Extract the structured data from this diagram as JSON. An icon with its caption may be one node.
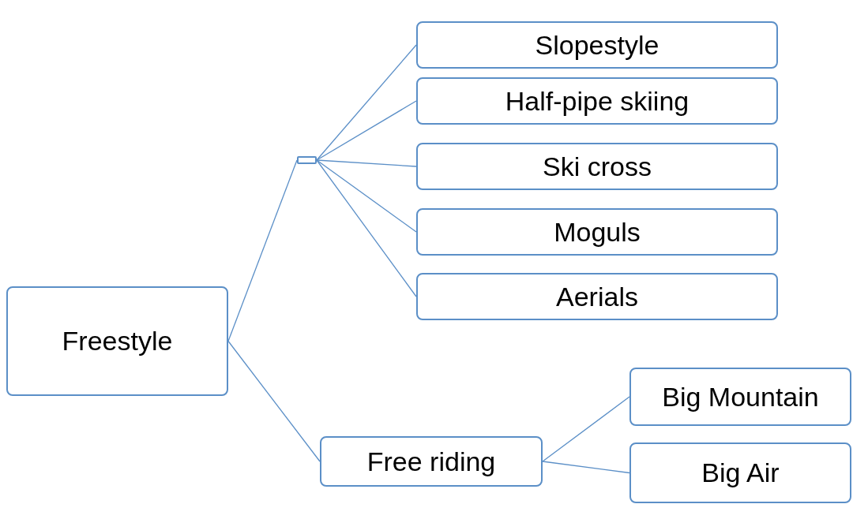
{
  "diagram": {
    "nodes": [
      {
        "text": [
          "Freestyle"
        ]
      },
      {
        "text": [],
        "shape": "box"
      },
      {
        "text": [
          "Slopestyle"
        ]
      },
      {
        "text": [
          "Half-pipe skiing"
        ]
      },
      {
        "text": [
          "Ski cross"
        ]
      },
      {
        "text": [
          "Moguls"
        ]
      },
      {
        "text": [
          "Aerials"
        ]
      },
      {
        "text": [
          "Free riding"
        ]
      },
      {
        "text": [
          "Big Mountain"
        ]
      },
      {
        "text": [
          "Big Air"
        ]
      }
    ],
    "edges": [
      {
        "from": 0,
        "to": 1,
        "arrow": "none"
      },
      {
        "from": 1,
        "to": 2,
        "arrow": "none"
      },
      {
        "from": 1,
        "to": 3,
        "arrow": "none"
      },
      {
        "from": 1,
        "to": 4,
        "arrow": "none"
      },
      {
        "from": 1,
        "to": 5,
        "arrow": "none"
      },
      {
        "from": 1,
        "to": 6,
        "arrow": "none"
      },
      {
        "from": 0,
        "to": 7,
        "arrow": "none"
      },
      {
        "from": 7,
        "to": 8,
        "arrow": "none"
      },
      {
        "from": 7,
        "to": 9,
        "arrow": "none"
      }
    ]
  }
}
